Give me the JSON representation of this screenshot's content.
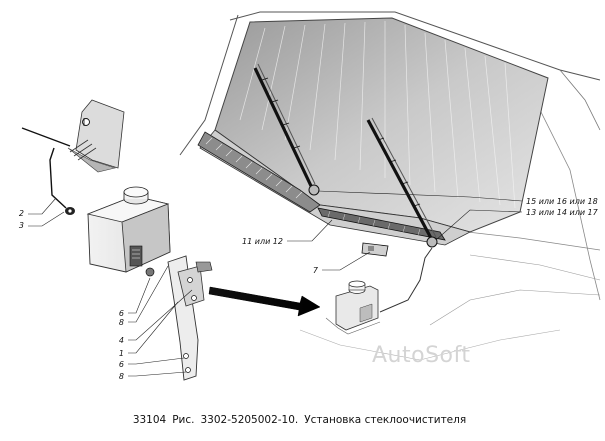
{
  "figure": {
    "caption": {
      "model": "33104",
      "prefix": "Рис.",
      "code": "3302-5205002-10.",
      "title": "Установка стеклоочистителя"
    },
    "watermark": "AutoSoft",
    "callouts": {
      "c2": "2",
      "c3": "3",
      "c6a": "6",
      "c8a": "8",
      "c4": "4",
      "c1": "1",
      "c6b": "6",
      "c8b": "8",
      "c7": "7",
      "c11": "11 или 12",
      "c15": "15 или 16 или 18",
      "c13": "13 или 14 или 17"
    }
  }
}
